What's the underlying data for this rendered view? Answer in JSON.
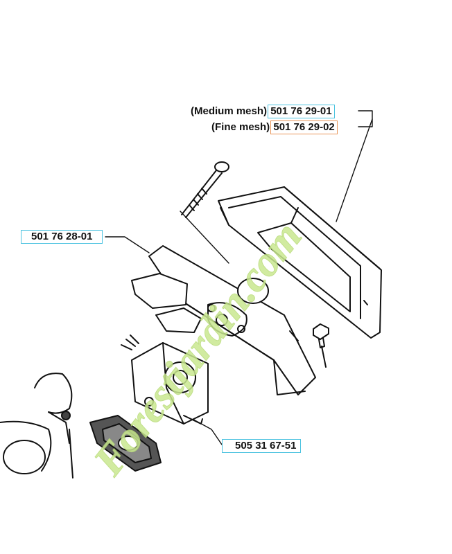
{
  "callouts": {
    "medium_mesh": {
      "desc": "(Medium mesh)",
      "part_no": "501 76 29-01"
    },
    "fine_mesh": {
      "desc": "(Fine mesh)",
      "part_no": "501 76 29-02"
    },
    "bracket": {
      "part_no": "501 76 28-01"
    },
    "carburetor": {
      "part_no": "505 31 67-51"
    }
  },
  "watermark": {
    "text": "Forestjardin.com"
  },
  "colors": {
    "cyan_box": "#4cc3e0",
    "orange_box": "#e8955a",
    "watermark_green": "#c9e890",
    "watermark_grey": "#c8c2b4"
  }
}
